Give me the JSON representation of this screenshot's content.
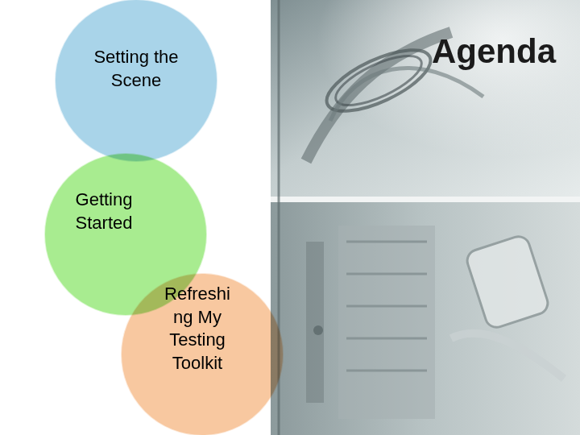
{
  "diagram": {
    "title": "Agenda",
    "nodes": [
      {
        "text": [
          "Setting the Scene"
        ]
      },
      {
        "text": [
          "Getting Started"
        ]
      },
      {
        "text": [
          "Refreshi ng My Testing Toolkit"
        ]
      }
    ]
  }
}
